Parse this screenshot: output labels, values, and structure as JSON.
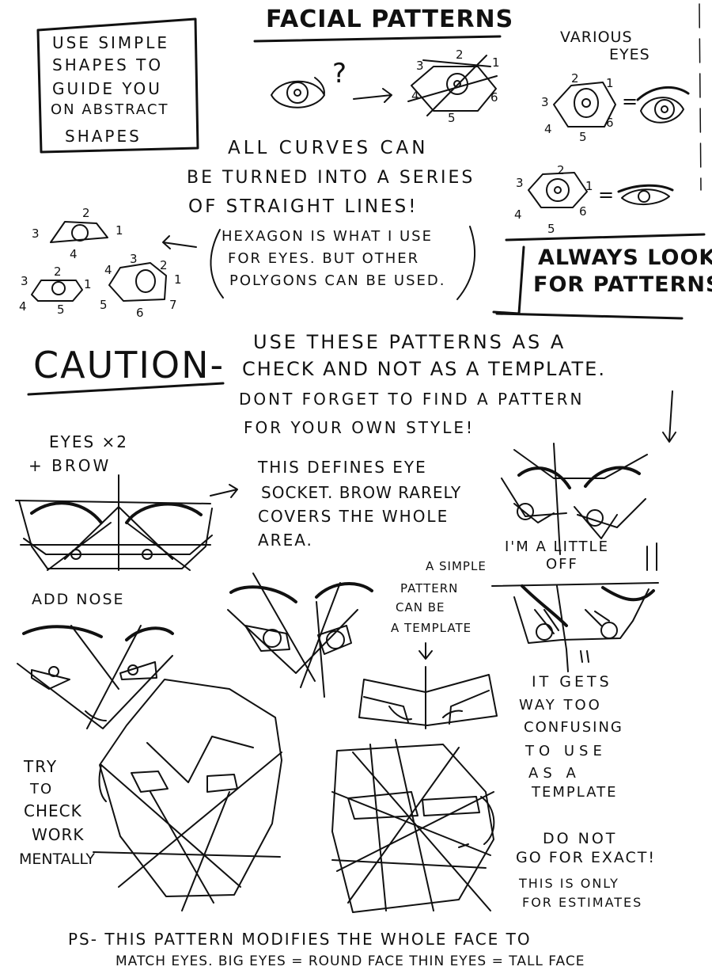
{
  "title": "FACIAL PATTERNS",
  "tip_box": [
    "USE SIMPLE",
    "SHAPES TO",
    "GUIDE YOU",
    "ON ABSTRACT",
    "SHAPES"
  ],
  "various_eyes": [
    "VARIOUS",
    "EYES"
  ],
  "question_mark": "?",
  "equals": "=",
  "curves_note": [
    "ALL CURVES CAN",
    "BE TURNED INTO A SERIES",
    "OF STRAIGHT LINES!"
  ],
  "hexagon_note": [
    "HEXAGON IS WHAT I USE",
    "FOR EYES. BUT OTHER",
    "POLYGONS CAN BE USED."
  ],
  "always_look": [
    "ALWAYS LOOK",
    "FOR PATTERNS"
  ],
  "caution_word": "CAUTION-",
  "caution_text": [
    "USE THESE PATTERNS AS A",
    "CHECK AND NOT AS A TEMPLATE.",
    "DONT FORGET TO FIND A PATTERN",
    "FOR YOUR OWN STYLE!"
  ],
  "eyes_brow": [
    "EYES ×2",
    "+ BROW"
  ],
  "socket_note": [
    "THIS DEFINES EYE",
    "SOCKET. BROW RARELY",
    "COVERS THE WHOLE",
    "AREA."
  ],
  "little_off": [
    "I'M A LITTLE",
    "OFF"
  ],
  "add_nose": "ADD NOSE",
  "simple_pattern": [
    "A SIMPLE",
    "PATTERN",
    "CAN BE",
    "A TEMPLATE"
  ],
  "confusing_note": [
    "IT GETS",
    "WAY TOO",
    "CONFUSING",
    "TO USE",
    "AS A",
    "TEMPLATE"
  ],
  "try_check": [
    "TRY",
    "TO",
    "CHECK",
    "WORK",
    "MENTALLY"
  ],
  "exact_note": [
    "DO NOT",
    "GO FOR EXACT!"
  ],
  "estimates_note": [
    "THIS IS ONLY",
    "FOR ESTIMATES"
  ],
  "ps_note": [
    "PS- THIS PATTERN MODIFIES THE WHOLE FACE TO",
    "MATCH EYES. BIG EYES = ROUND FACE   THIN EYES = TALL FACE"
  ],
  "hex_numbers": {
    "top": [
      "1",
      "2",
      "3",
      "4",
      "5",
      "6"
    ],
    "various": [
      "1",
      "2",
      "3",
      "4",
      "5",
      "6"
    ],
    "second": [
      "1",
      "2",
      "3",
      "4",
      "5",
      "6"
    ],
    "left_a": [
      "1",
      "2",
      "3",
      "4"
    ],
    "left_b": [
      "1",
      "2",
      "3",
      "4",
      "5"
    ],
    "left_c": [
      "1",
      "2",
      "3",
      "4",
      "5",
      "6",
      "7"
    ]
  },
  "ink_color": "#111111"
}
